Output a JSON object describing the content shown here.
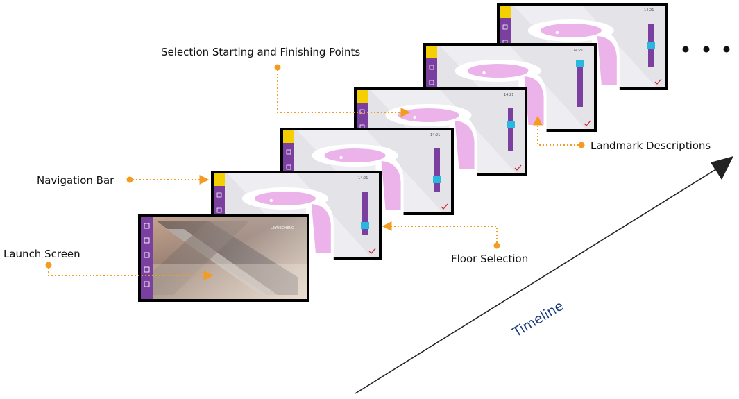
{
  "labels": {
    "selection_points": "Selection Starting and Finishing Points",
    "navigation_bar": "Navigation Bar",
    "launch_screen": "Launch Screen",
    "floor_selection": "Floor Selection",
    "landmark_descriptions": "Landmark Descriptions",
    "timeline": "Timeline",
    "ellipsis": "• • •"
  },
  "screen": {
    "clock": "14:21",
    "brand": "LEYUECHENG"
  },
  "colors": {
    "accent_orange": "#f39c1f",
    "nav_purple": "#7b3fa0",
    "home_yellow": "#f5d000",
    "map_pink": "#e7a6e6",
    "floor_cyan": "#29b8e0",
    "screen_gray": "#e4e3e8",
    "timeline_dark": "#222222"
  }
}
